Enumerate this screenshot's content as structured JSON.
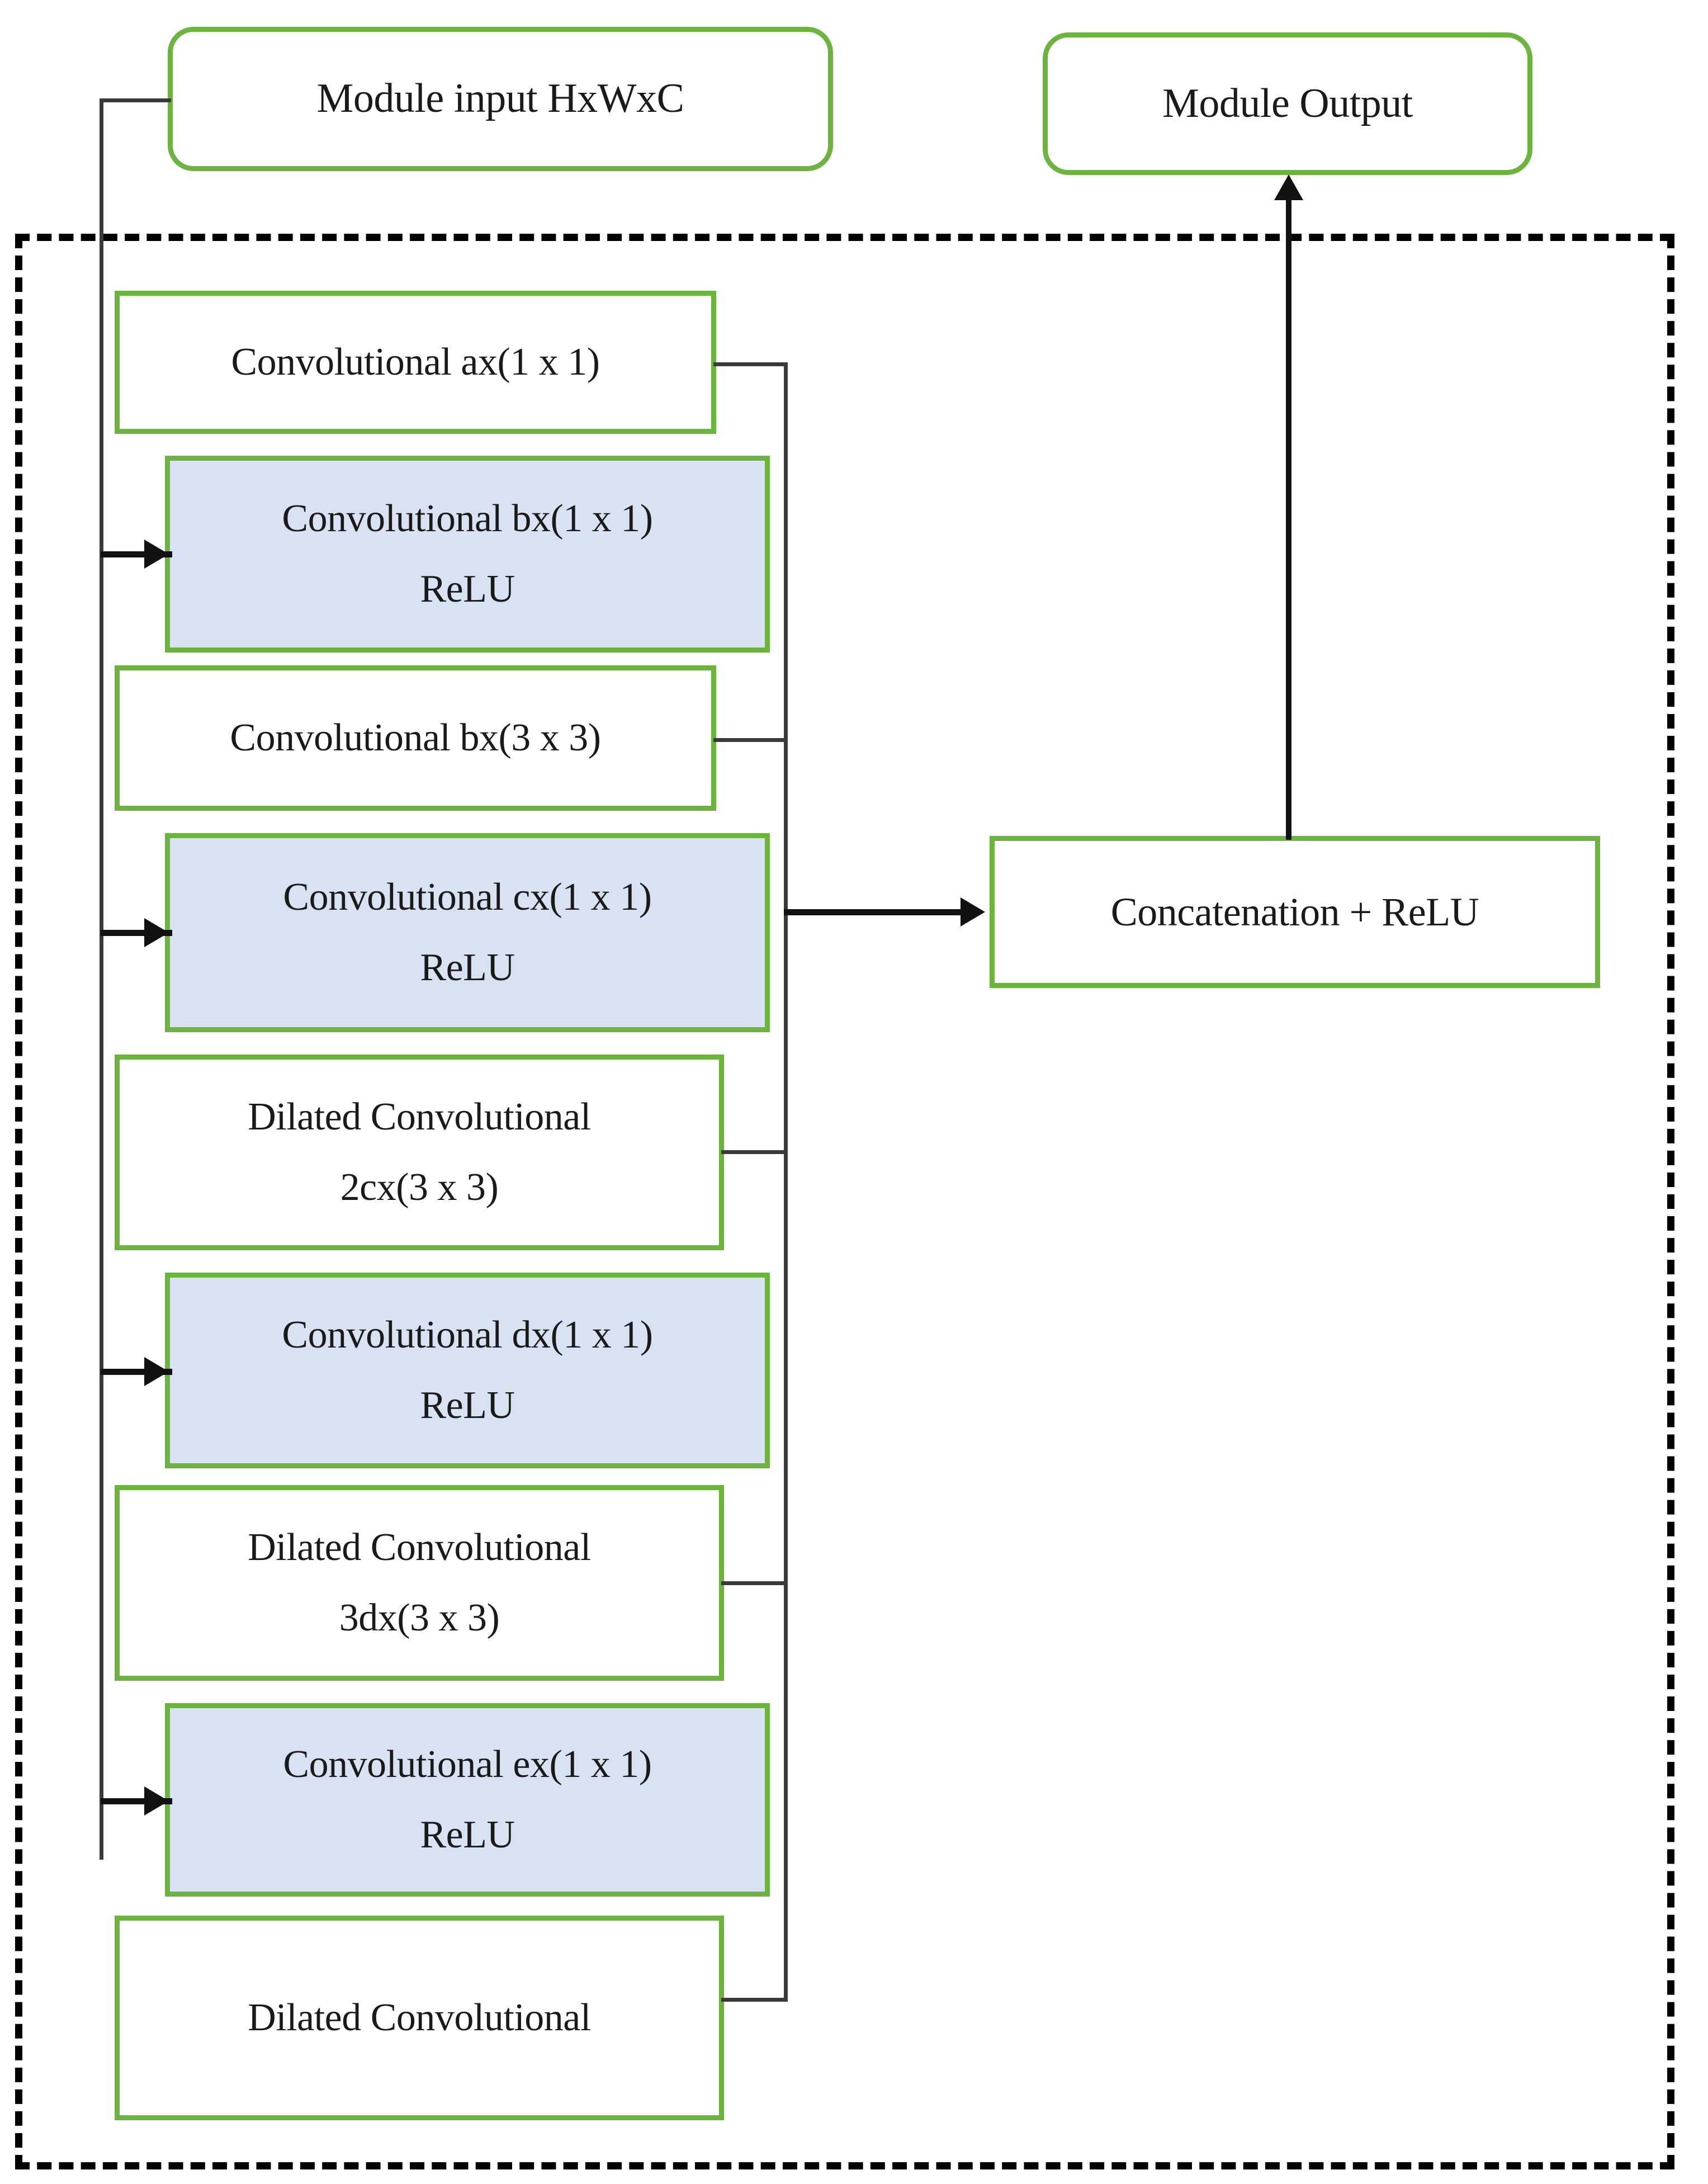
{
  "diagram": {
    "title_visible": false,
    "colors": {
      "node_border_green": "#6db33f",
      "filled_node_bg": "#d9e2f3",
      "plain_node_bg": "#ffffff",
      "connector": "#3a3a3a",
      "dashed_container_border": "#000000"
    }
  },
  "terminals": {
    "input": {
      "label": "Module input HxWxC"
    },
    "output": {
      "label": "Module Output"
    }
  },
  "branches": [
    {
      "id": "branch-a",
      "style": "plain",
      "line1": "Convolutional ax(1 x 1)",
      "line2": ""
    },
    {
      "id": "branch-b1",
      "style": "filled",
      "line1": "Convolutional bx(1 x 1)",
      "line2": "ReLU"
    },
    {
      "id": "branch-b2",
      "style": "plain",
      "line1": "Convolutional bx(3 x 3)",
      "line2": ""
    },
    {
      "id": "branch-c1",
      "style": "filled",
      "line1": "Convolutional cx(1 x 1)",
      "line2": "ReLU"
    },
    {
      "id": "branch-c2",
      "style": "plain",
      "line1": "Dilated Convolutional",
      "line2": "2cx(3 x 3)"
    },
    {
      "id": "branch-d1",
      "style": "filled",
      "line1": "Convolutional dx(1 x 1)",
      "line2": "ReLU"
    },
    {
      "id": "branch-d2",
      "style": "plain",
      "line1": "Dilated Convolutional",
      "line2": "3dx(3 x 3)"
    },
    {
      "id": "branch-e1",
      "style": "filled",
      "line1": "Convolutional ex(1 x 1)",
      "line2": "ReLU"
    },
    {
      "id": "branch-e2",
      "style": "plain",
      "line1": "Dilated Convolutional",
      "line2": ""
    }
  ],
  "merge": {
    "label": "Concatenation + ReLU"
  }
}
